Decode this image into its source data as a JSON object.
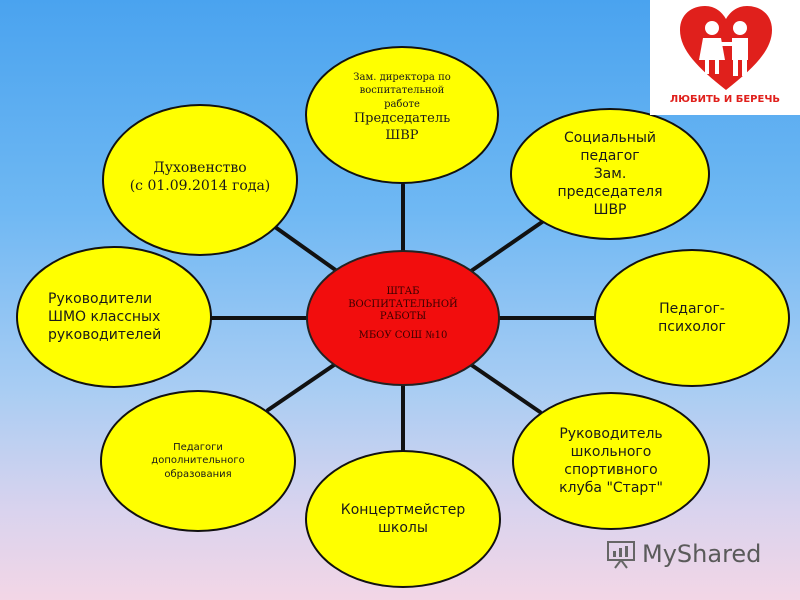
{
  "center": {
    "lines": [
      "ШТАБ",
      "ВОСПИТАТЕЛЬНОЙ",
      "РАБОТЫ",
      "МБОУ СОШ №10"
    ]
  },
  "nodes": {
    "top": {
      "line1": "Зам. директора по",
      "line2": "воспитательной",
      "line3": "работе",
      "line4": "Председатель",
      "line5": "ШВР"
    },
    "top_right": {
      "line1": "Социальный",
      "line2": "педагог",
      "line3": "Зам.",
      "line4": "председателя",
      "line5": "ШВР"
    },
    "right": {
      "line1": "Педагог-",
      "line2": "психолог"
    },
    "bottom_right": {
      "line1": "Руководитель",
      "line2": "школьного",
      "line3": "спортивного",
      "line4": "клуба \"Старт\""
    },
    "bottom": {
      "line1": "Концертмейстер",
      "line2": "школы"
    },
    "bottom_left": {
      "line1": "Педагоги",
      "line2": "дополнительного",
      "line3": "образования"
    },
    "left": {
      "line1": "Руководители",
      "line2": "ШМО классных",
      "line3": "руководителей"
    },
    "top_left": {
      "line1": "Духовенство",
      "line2": "(с 01.09.2014 года)"
    }
  },
  "logo": {
    "text": "ЛЮБИТЬ И БЕРЕЧЬ",
    "icon": "heart-children-icon"
  },
  "watermark": {
    "text": "MyShared",
    "icon": "presentation-board-icon"
  },
  "colors": {
    "node_fill": "#ffff00",
    "center_fill": "#f20d0d",
    "connector": "#111111",
    "logo_red": "#e0201c"
  }
}
